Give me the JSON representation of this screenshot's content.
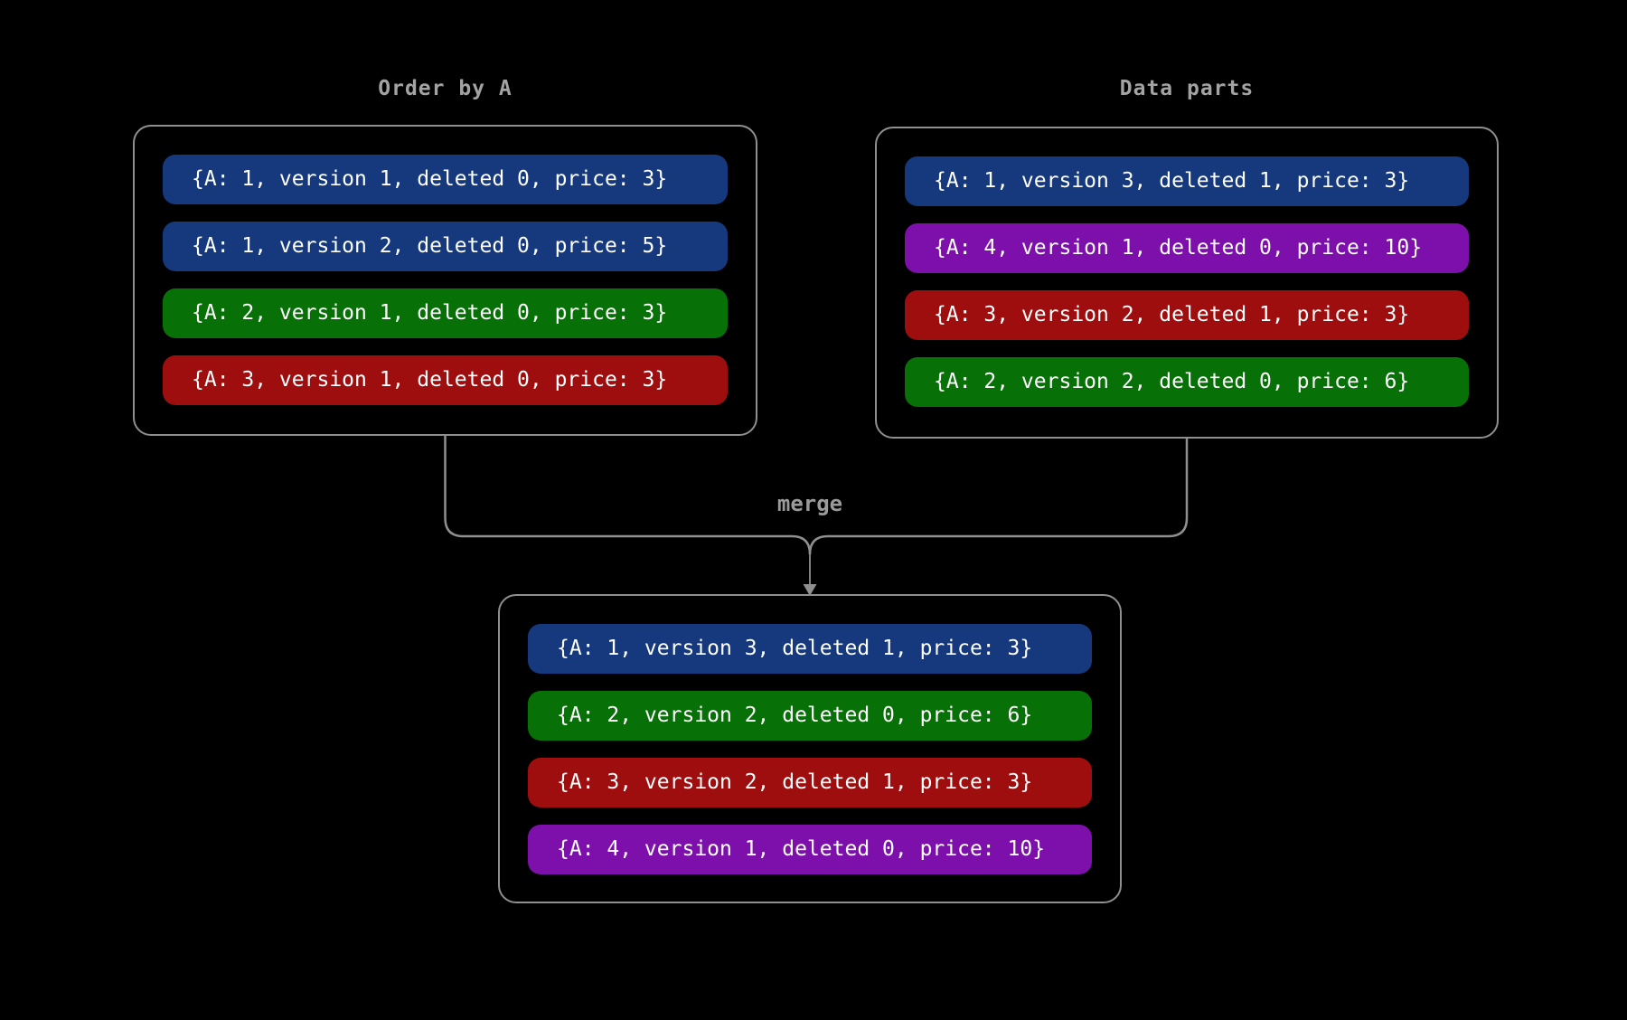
{
  "colors": {
    "blue": "#15397c",
    "green": "#077007",
    "red": "#9e0e0e",
    "purple": "#7d10ab",
    "line": "#8f8f8f",
    "title_text": "#a3a3a3",
    "row_text": "#ffffff",
    "background": "#000000"
  },
  "left_box": {
    "title": "Order by A",
    "rows": [
      {
        "text": "{A: 1, version 1, deleted 0, price: 3}",
        "color": "blue"
      },
      {
        "text": "{A: 1, version 2, deleted 0, price: 5}",
        "color": "blue"
      },
      {
        "text": "{A: 2, version 1, deleted 0, price: 3}",
        "color": "green"
      },
      {
        "text": "{A: 3, version 1, deleted 0, price: 3}",
        "color": "red"
      }
    ]
  },
  "right_box": {
    "title": "Data parts",
    "rows": [
      {
        "text": "{A: 1, version 3, deleted 1, price: 3}",
        "color": "blue"
      },
      {
        "text": "{A: 4, version 1, deleted 0, price: 10}",
        "color": "purple"
      },
      {
        "text": "{A: 3, version 2, deleted 1, price: 3}",
        "color": "red"
      },
      {
        "text": "{A: 2, version 2, deleted 0, price: 6}",
        "color": "green"
      }
    ]
  },
  "merge": {
    "label": "merge"
  },
  "merged_box": {
    "rows": [
      {
        "text": "{A: 1, version 3, deleted 1, price: 3}",
        "color": "blue"
      },
      {
        "text": "{A: 2, version 2, deleted 0, price: 6}",
        "color": "green"
      },
      {
        "text": "{A: 3, version 2, deleted 1, price: 3}",
        "color": "red"
      },
      {
        "text": "{A: 4, version 1, deleted 0, price: 10}",
        "color": "purple"
      }
    ]
  }
}
